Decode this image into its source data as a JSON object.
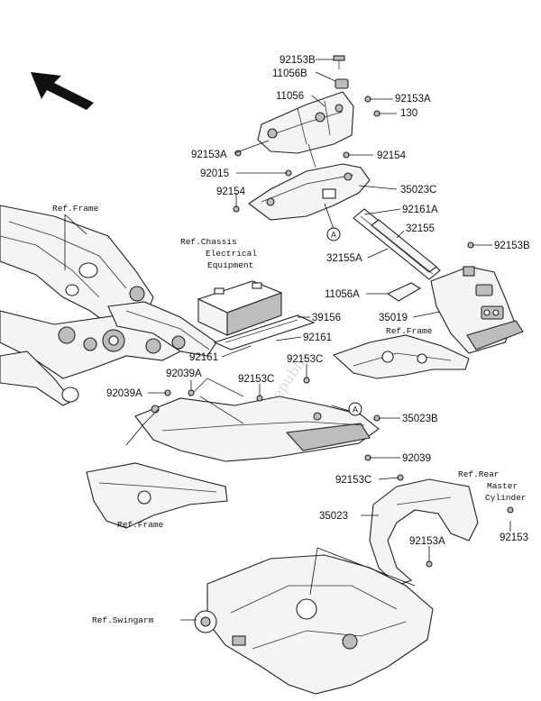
{
  "watermark": "PartsRepublik",
  "callouts": [
    "A",
    "A"
  ],
  "labels": {
    "p92153B": "92153B",
    "p11056B": "11056B",
    "p11056": "11056",
    "p92153A_top": "92153A",
    "p130": "130",
    "p92153A_left": "92153A",
    "p92154_right": "92154",
    "p92015": "92015",
    "p35023C": "35023C",
    "p92154_left": "92154",
    "p92161A": "92161A",
    "p32155": "32155",
    "p92153B_right": "92153B",
    "p32155A": "32155A",
    "p11056A": "11056A",
    "p39156": "39156",
    "p35019": "35019",
    "p92161_a": "92161",
    "p92161_b": "92161",
    "p92153C_a": "92153C",
    "p92153C_b": "92153C",
    "p92039A_a": "92039A",
    "p92039A_b": "92039A",
    "p35023B": "35023B",
    "p92039": "92039",
    "p92153C_c": "92153C",
    "p35023": "35023",
    "p92153A_bottom": "92153A",
    "p92153": "92153"
  },
  "refs": {
    "frame_top": "Ref.Frame",
    "chassis_1": "Ref.Chassis",
    "chassis_2": "Electrical",
    "chassis_3": "Equipment",
    "frame_mid": "Ref.Frame",
    "frame_bottom": "Ref.Frame",
    "rear_1": "Ref.Rear",
    "rear_2": "Master",
    "rear_3": "Cylinder",
    "swingarm": "Ref.Swingarm"
  }
}
